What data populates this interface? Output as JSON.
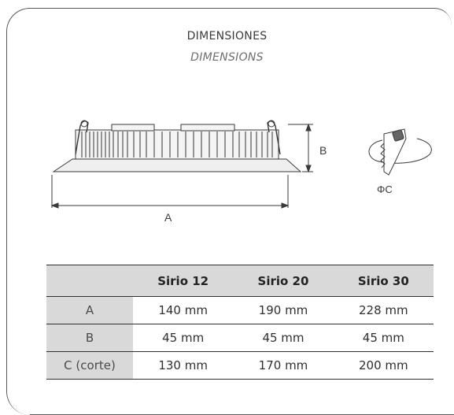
{
  "title": "DIMENSIONES",
  "subtitle": "DIMENSIONS",
  "drawing": {
    "label_a": "A",
    "label_b": "B",
    "label_c": "ΦC"
  },
  "table": {
    "corner": "",
    "columns": [
      "Sirio 12",
      "Sirio 20",
      "Sirio 30"
    ],
    "rows": [
      {
        "label": "A",
        "values": [
          "140 mm",
          "190 mm",
          "228 mm"
        ]
      },
      {
        "label": "B",
        "values": [
          "45 mm",
          "45 mm",
          "45 mm"
        ]
      },
      {
        "label": "C (corte)",
        "values": [
          "130 mm",
          "170 mm",
          "200 mm"
        ]
      }
    ]
  }
}
